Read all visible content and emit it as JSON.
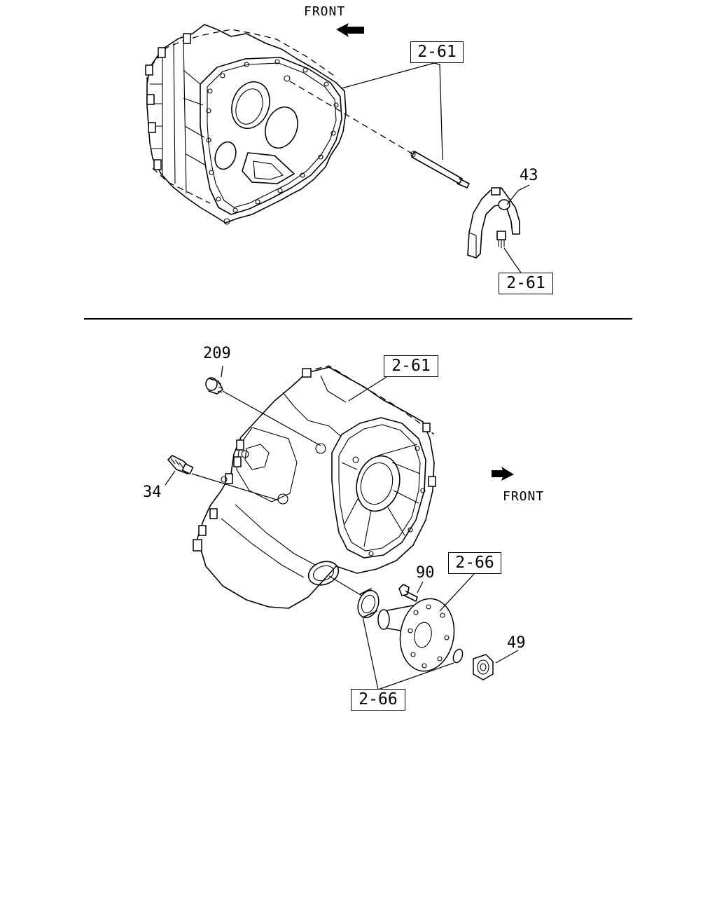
{
  "top_section": {
    "front_label": "FRONT",
    "callouts": {
      "ref_case": "2-61",
      "part_fork": "43",
      "ref_fork_bolt": "2-61"
    }
  },
  "bottom_section": {
    "front_label": "FRONT",
    "callouts": {
      "part_plug": "209",
      "ref_case": "2-61",
      "part_switch": "34",
      "part_bolt": "90",
      "ref_flange": "2-66",
      "part_nut": "49",
      "ref_seal": "2-66"
    }
  }
}
